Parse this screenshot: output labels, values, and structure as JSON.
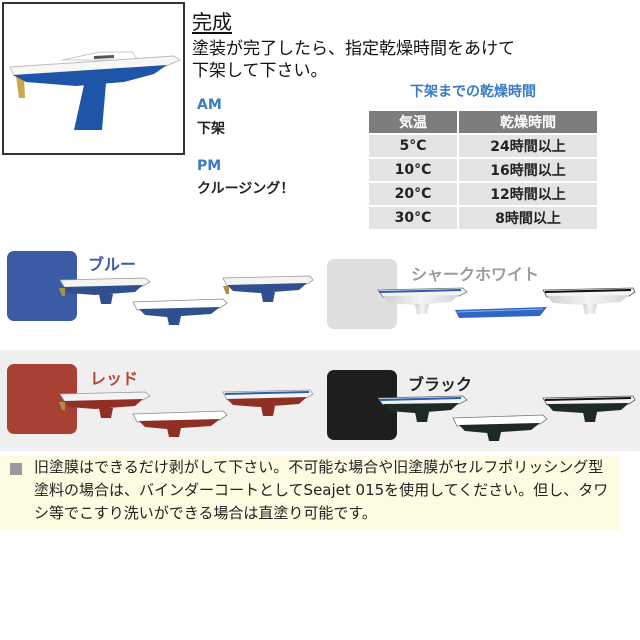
{
  "finish": {
    "title": "完成",
    "instruction": "塗装が完了したら、指定乾燥時間をあけて下架して下さい。"
  },
  "schedule": {
    "am_label": "AM",
    "am_text": "下架",
    "pm_label": "PM",
    "pm_text": "クルージング！"
  },
  "drying": {
    "title": "下架までの乾燥時間",
    "headers": [
      "気温",
      "乾燥時間"
    ],
    "rows": [
      [
        "5°C",
        "24時間以上"
      ],
      [
        "10°C",
        "16時間以上"
      ],
      [
        "20°C",
        "12時間以上"
      ],
      [
        "30°C",
        "8時間以上"
      ]
    ]
  },
  "colors": [
    {
      "name": "ブルー",
      "hex": "#3b5ba5",
      "label_color": "#3b5ba5"
    },
    {
      "name": "シャークホワイト",
      "hex": "#dedede",
      "label_color": "#9a9a9a"
    },
    {
      "name": "レッド",
      "hex": "#a84034",
      "label_color": "#b84235"
    },
    {
      "name": "ブラック",
      "hex": "#1e1e1e",
      "label_color": "#222222"
    }
  ],
  "note": {
    "text": "旧塗膜はできるだけ剥がして下さい。不可能な場合や旧塗膜がセルフポリッシング型塗料の場合は、バインダーコートとしてSeajet 015を使用してください。但し、タワシ等でこすり洗いができる場合は直塗り可能です。"
  }
}
